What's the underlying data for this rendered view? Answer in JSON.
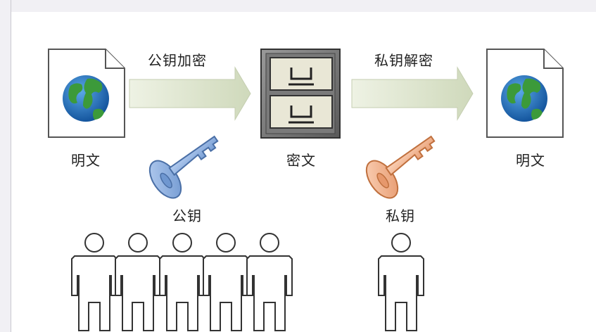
{
  "labels": {
    "encrypt_with_public": "公钥加密",
    "decrypt_with_private": "私钥解密",
    "plaintext_left": "明文",
    "ciphertext": "密文",
    "plaintext_right": "明文",
    "public_key": "公钥",
    "private_key": "私钥"
  },
  "colors": {
    "arrow_fill": "#dfe6cf",
    "public_key": "#8fb3e0",
    "private_key": "#f2b08c",
    "globe_ocean": "#1f6fb8",
    "globe_land": "#3c9a3a"
  },
  "icons": {
    "document": "globe-document-icon",
    "cabinet": "file-cabinet-icon",
    "key": "key-icon",
    "person": "person-icon"
  }
}
